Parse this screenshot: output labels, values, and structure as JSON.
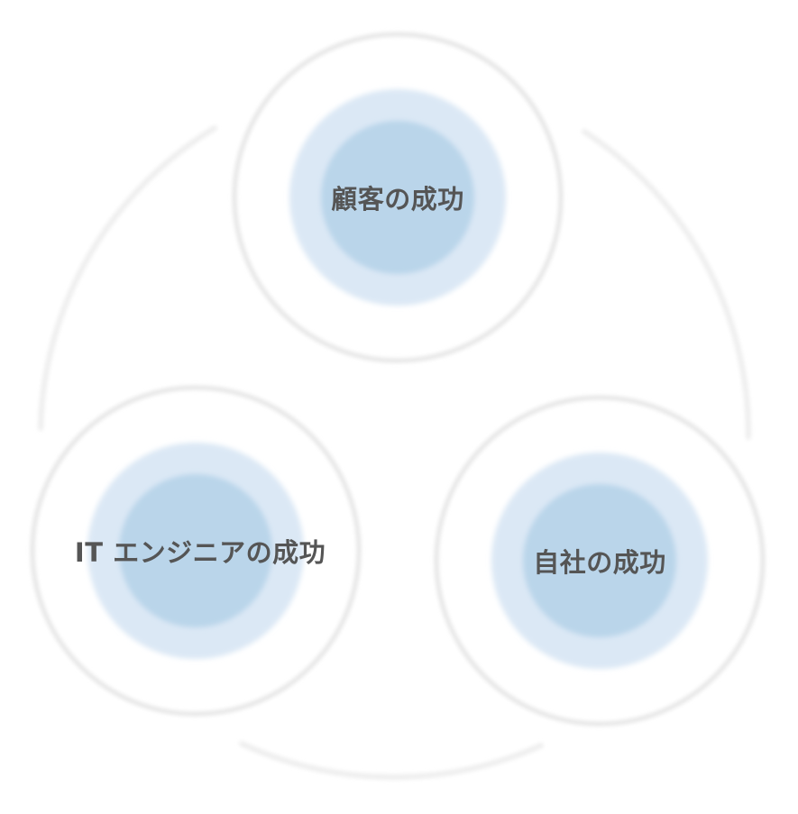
{
  "nodes": {
    "customer": {
      "label": "顧客の成功"
    },
    "engineer": {
      "label": "IT エンジニアの成功"
    },
    "company": {
      "label": "自社の成功"
    }
  },
  "colors": {
    "ring": "#e6e6e6",
    "arc": "#eeeeee",
    "halo": "#dbe8f5",
    "core": "#bad5ea",
    "text": "#555555"
  }
}
